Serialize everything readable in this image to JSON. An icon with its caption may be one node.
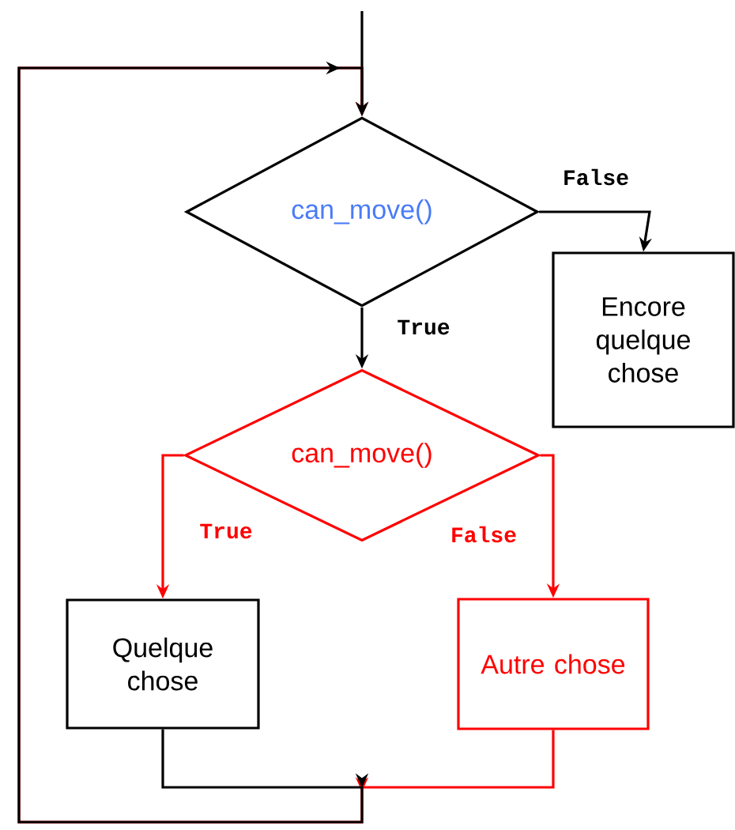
{
  "diagram": {
    "nodes": [
      {
        "text": [
          "can_move()"
        ]
      },
      {
        "text": [
          "Encore quelque chose"
        ]
      },
      {
        "text": [
          "can_move()"
        ]
      },
      {
        "text": [
          "Quelque chose"
        ]
      },
      {
        "text": [
          "Autre chose"
        ]
      }
    ],
    "edges": [
      {
        "from": null,
        "to": 0,
        "arrow": "to"
      },
      {
        "from": 0,
        "to": 1,
        "arrow": "to",
        "label": "False"
      },
      {
        "from": 0,
        "to": 2,
        "arrow": "to",
        "label": "True"
      },
      {
        "from": 2,
        "to": 3,
        "arrow": "to",
        "label": "True",
        "color": "#ff0000"
      },
      {
        "from": 2,
        "to": 4,
        "arrow": "to",
        "label": "False",
        "color": "#ff0000"
      },
      {
        "from": 3,
        "to": 0,
        "arrow": "to"
      },
      {
        "from": 4,
        "to": 0,
        "arrow": "to",
        "color": "#ff0000"
      }
    ]
  }
}
